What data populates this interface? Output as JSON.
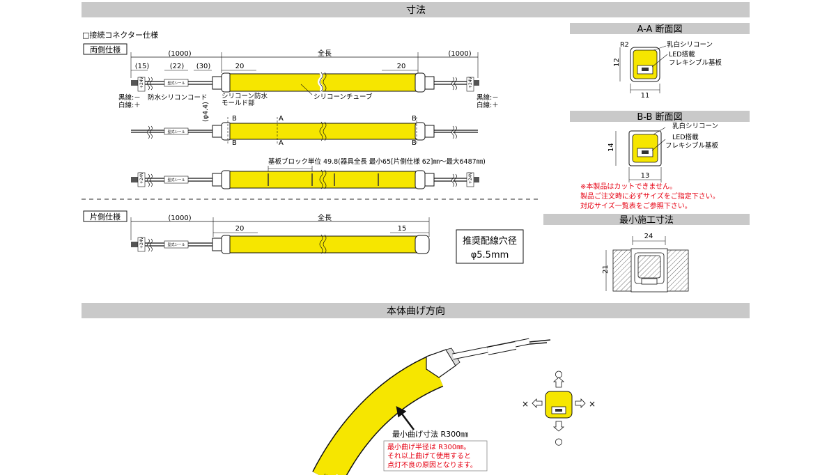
{
  "sections": {
    "dimensions": "寸法",
    "aa_section": "A-A 断面図",
    "bb_section": "B-B 断面図",
    "min_install": "最小施工寸法",
    "bend_direction": "本体曲げ方向"
  },
  "connector": {
    "heading": "□接続コネクター仕様",
    "double_sided": "両側仕様",
    "single_sided": "片側仕様"
  },
  "dims": {
    "d1000": "(1000)",
    "total": "全長",
    "d15p": "(15)",
    "d22p": "(22)",
    "d30p": "(30)",
    "d20": "20",
    "d15": "15",
    "phi44": "(φ4.4)",
    "plain1000": "(1000)"
  },
  "labels": {
    "black_minus": "黒線:－",
    "white_plus": "白線:＋",
    "black_colon": "黒線:",
    "white_colon_plus": "白線:＋",
    "waterproof_cord": "防水シリコンコード",
    "mold_1": "シリコーン防水",
    "mold_2": "モールド部",
    "tube": "シリコーンチューブ",
    "label_seal": "型式シール",
    "v24": "+24V",
    "A": "A",
    "B": "B",
    "block_unit": "基板ブロック単位  49.8(器具全長  最小65[片側仕様 62]㎜～最大6487㎜)",
    "hole_title": "推奨配線穴径",
    "hole_value": "φ5.5mm"
  },
  "aa": {
    "r2": "R2",
    "milk": "乳白シリコーン",
    "led1": "LED搭載",
    "led2": "フレキシブル基板",
    "h": "12",
    "w": "11"
  },
  "bb": {
    "milk": "乳白シリコーン",
    "led1": "LED搭載",
    "led2": "フレキシブル基板",
    "h": "14",
    "w": "13"
  },
  "notes": {
    "n1": "※本製品はカットできません。",
    "n2": "製品ご注文時に必ずサイズをご指定下さい。",
    "n3": "対応サイズ一覧表をご参照下さい。"
  },
  "install": {
    "w": "24",
    "h": "21"
  },
  "bend": {
    "radius_label": "最小曲げ寸法 R300㎜",
    "warn1": "最小曲げ半径は R300㎜。",
    "warn2": "それ以上曲げて使用すると",
    "warn3": "点灯不良の原因となります。",
    "ok": "○",
    "ng": "×"
  },
  "colors": {
    "yellow": "#f6e600",
    "header_bg": "#c9c9c9",
    "red": "#e60012"
  }
}
